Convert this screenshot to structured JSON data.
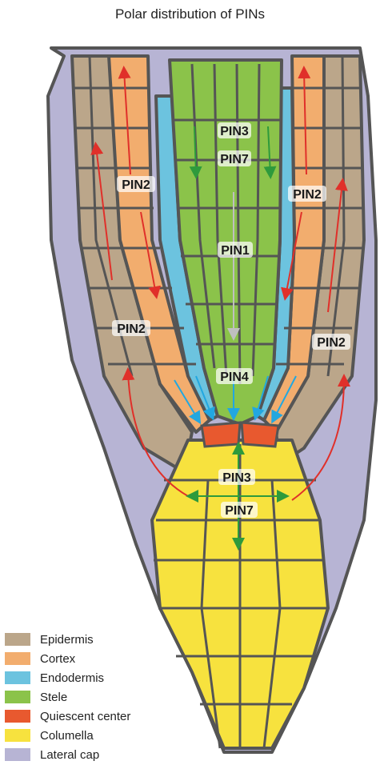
{
  "title": "Polar distribution of PINs",
  "labels": {
    "pin3_top": "PIN3",
    "pin7_top": "PIN7",
    "pin2_left_upper": "PIN2",
    "pin2_right_upper": "PIN2",
    "pin1": "PIN1",
    "pin2_left_lower": "PIN2",
    "pin2_right_lower": "PIN2",
    "pin4": "PIN4",
    "pin3_bottom": "PIN3",
    "pin7_bottom": "PIN7"
  },
  "legend": [
    {
      "label": "Epidermis",
      "color": "#bba68a"
    },
    {
      "label": "Cortex",
      "color": "#f2ad6e"
    },
    {
      "label": "Endodermis",
      "color": "#6cc3df"
    },
    {
      "label": "Stele",
      "color": "#8bc34a"
    },
    {
      "label": "Quiescent center",
      "color": "#e8592f"
    },
    {
      "label": "Columella",
      "color": "#f7e23e"
    },
    {
      "label": "Lateral cap",
      "color": "#b7b4d4"
    }
  ],
  "arrow_colors": {
    "pin2": "#e0302a",
    "pin3_pin7": "#2e9a3c",
    "pin4": "#22a7e0",
    "pin1": "#bfbfbf"
  }
}
